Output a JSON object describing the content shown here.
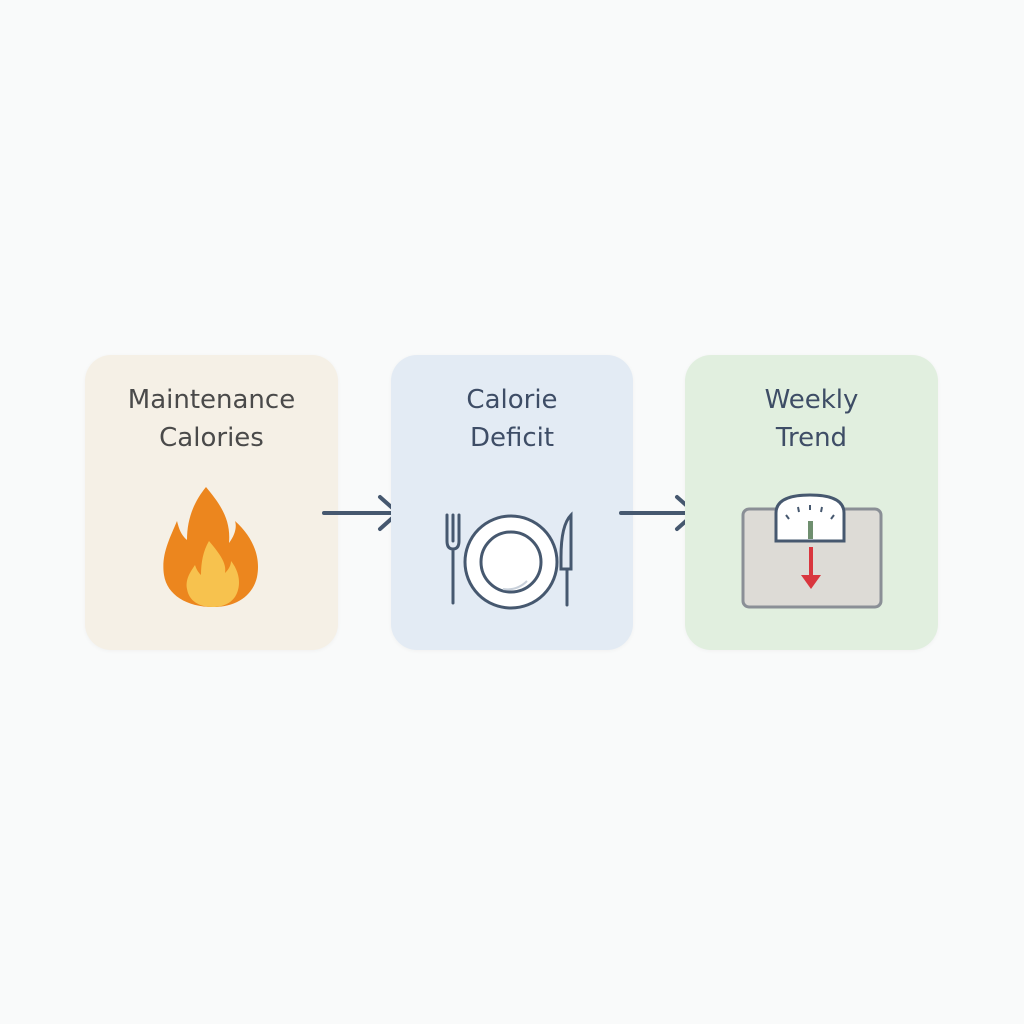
{
  "steps": [
    {
      "title_line1": "Maintenance",
      "title_line2": "Calories",
      "icon": "flame-icon",
      "color": "#f5f0e6"
    },
    {
      "title_line1": "Calorie",
      "title_line2": "Deficit",
      "icon": "plate-cutlery-icon",
      "color": "#e3ebf4"
    },
    {
      "title_line1": "Weekly",
      "title_line2": "Trend",
      "icon": "scale-down-icon",
      "color": "#e1efdf"
    }
  ],
  "colors": {
    "arrow": "#46586f",
    "text_dark": "#4a4a4a",
    "text_blue": "#3e4d66",
    "flame_outer": "#ec861e",
    "flame_inner": "#f7c24e",
    "trend_arrow": "#d9363e"
  }
}
